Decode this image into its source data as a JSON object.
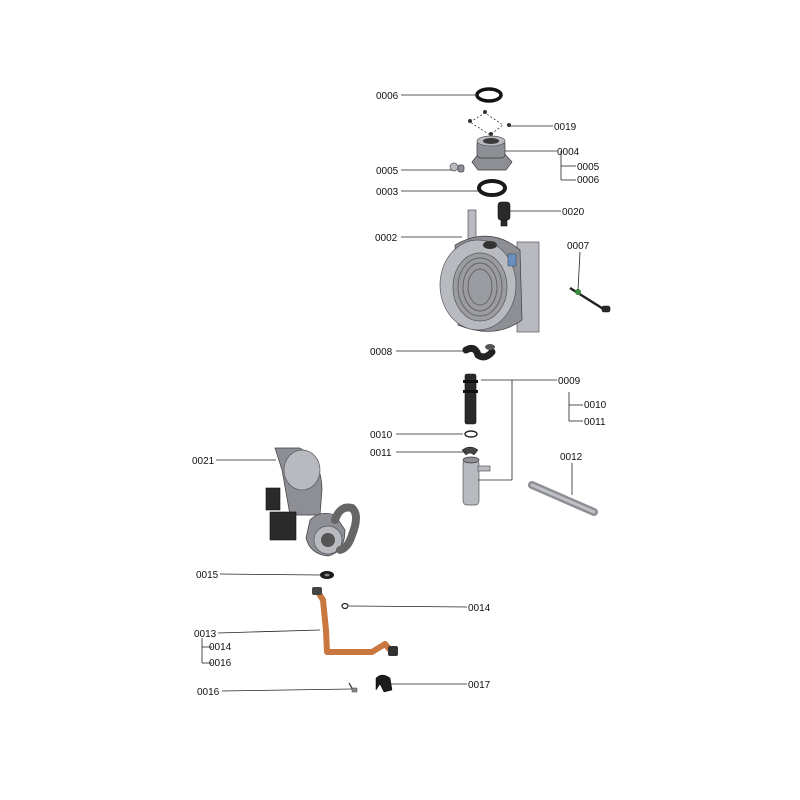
{
  "callouts": {
    "c0006a": "0006",
    "c0019": "0019",
    "c0004": "0004",
    "c0004_sub1": "0005",
    "c0004_sub2": "0006",
    "c0005": "0005",
    "c0003": "0003",
    "c0020": "0020",
    "c0002": "0002",
    "c0007": "0007",
    "c0008": "0008",
    "c0009": "0009",
    "c0009_sub1": "0010",
    "c0009_sub2": "0011",
    "c0010": "0010",
    "c0011": "0011",
    "c0012": "0012",
    "c0021": "0021",
    "c0015": "0015",
    "c0014": "0014",
    "c0013": "0013",
    "c0013_sub1": "0014",
    "c0013_sub2": "0016",
    "c0016": "0016",
    "c0017": "0017"
  }
}
